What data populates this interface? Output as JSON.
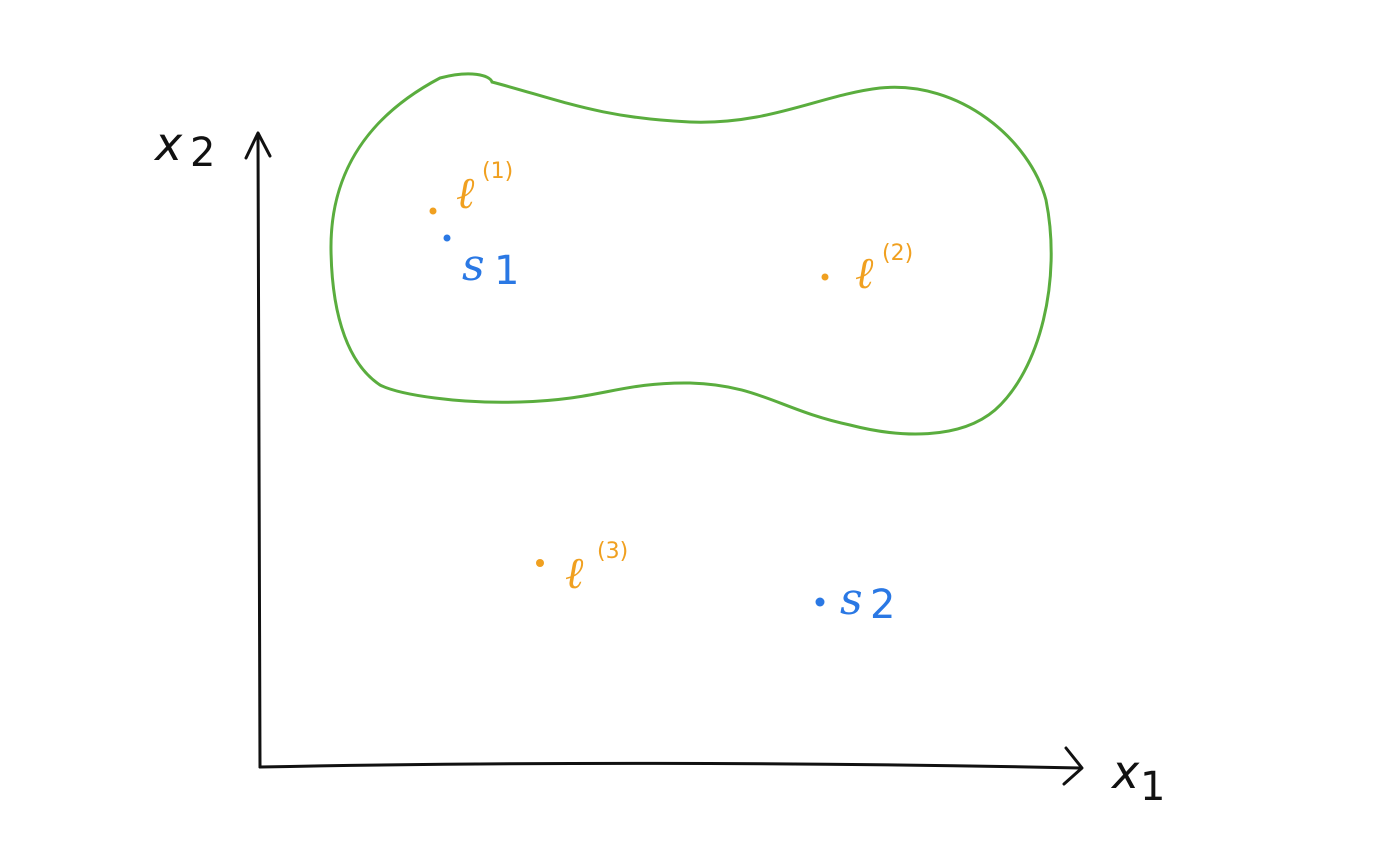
{
  "axes": {
    "x_label_main": "x",
    "x_label_sub": "1",
    "y_label_main": "x",
    "y_label_sub": "2"
  },
  "colors": {
    "axis": "#111111",
    "landmark": "#f0a020",
    "state": "#2a78e4",
    "region": "#5aad3e"
  },
  "landmarks": [
    {
      "base": "ℓ",
      "sup": "(1)"
    },
    {
      "base": "ℓ",
      "sup": "(2)"
    },
    {
      "base": "ℓ",
      "sup": "(3)"
    }
  ],
  "states": [
    {
      "base": "s",
      "sub": "1"
    },
    {
      "base": "s",
      "sub": "2"
    }
  ]
}
